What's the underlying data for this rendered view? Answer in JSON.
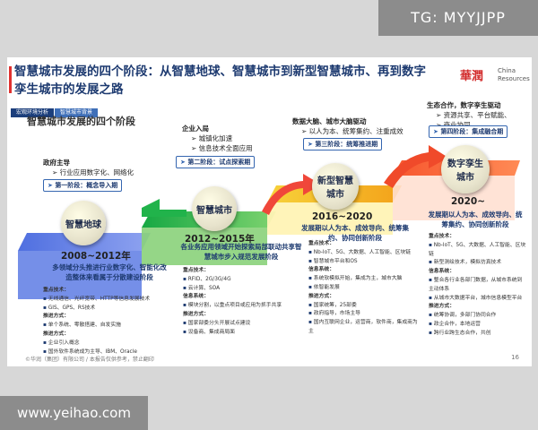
{
  "watermark_top": "TG: MYYJJPP",
  "watermark_bottom": "www.yeihao.com",
  "slide": {
    "title": "智慧城市发展的四个阶段：从智慧地球、智慧城市到新型智慧城市、再到数字孪生城市的发展之路",
    "logo_mark": "華潤",
    "logo_text_1": "China",
    "logo_text_2": "Resources",
    "crumbs": [
      "宏观环境分析",
      "智慧城市背景"
    ],
    "subtitle": "智慧城市发展的四个阶段",
    "footer": "©华润（集团）有限公司 / 本报告仅供参考，禁止翻印",
    "page_number": "16",
    "stages": [
      {
        "header": "政府主导",
        "items": [
          "行业应用数字化、网络化"
        ],
        "label": "第一阶段：概念导入期",
        "circle": "智慧地球",
        "year": "2008~2012年",
        "band": "多领域分头推进行业数字化、智能化改造整体来看属于分散建设阶段",
        "details": {
          "tech_h": "重点技术：",
          "tech": [
            "无线通信、光纤宽带、HTTP等信息发展技术",
            "GIS、GPS、RS技术"
          ],
          "content_h": "推进方式：",
          "content": [
            "单个系统、零散搭建、自发实施"
          ],
          "model_h": "推进方式：",
          "model": [
            "企业引入概念",
            "国外软件系统成为主导、IBM、Oracle"
          ]
        }
      },
      {
        "header": "企业入局",
        "items": [
          "城镇化加速",
          "信息技术全面应用"
        ],
        "label": "第二阶段：试点探索期",
        "circle": "智慧城市",
        "year": "2012~2015年",
        "band": "各业务应用领域开始探索局部联动共享智慧城市步入规范发展阶段",
        "details": {
          "tech_h": "重点技术：",
          "tech": [
            "RFID、2G/3G/4G",
            "云计算、SOA"
          ],
          "content_h": "信息系统：",
          "content": [
            "模块分割，以重点项目或应用为抓手共享"
          ],
          "model_h": "推进方式：",
          "model": [
            "国家部委分头开展试点建设",
            "设备商、集成商局面"
          ]
        }
      },
      {
        "header": "数据大脑、城市大脑驱动",
        "items": [
          "以人为本、统筹集约、注重成效"
        ],
        "label": "第三阶段：统筹推进期",
        "circle": "新型智慧城市",
        "year": "2016~2020",
        "band": "发展期以人为本、成效导向、统筹集约、协同创新阶段",
        "details": {
          "tech_h": "重点技术：",
          "tech": [
            "Nb-IoT、5G、大数据、人工智能、区块链",
            "智慧城市平台和OS"
          ],
          "content_h": "信息系统：",
          "content": [
            "系统软模拟开始，集成为主，城市大脑",
            "依智能发展"
          ],
          "model_h": "推进方式：",
          "model": [
            "国家统筹，25部委",
            "政府指导，市场主导",
            "国内互联网企业，运营商，软件商，集成商为主"
          ]
        }
      },
      {
        "header": "生态合作，数字孪生驱动",
        "items": [
          "资源共享、平台赋能、",
          "商业协同"
        ],
        "label": "第四阶段：集成融合期",
        "circle": "数字孪生城市",
        "year": "2020~",
        "band": "发展期以人为本、成效导向、统筹集约、协同创新阶段",
        "details": {
          "tech_h": "重点技术：",
          "tech": [
            "Nb-IoT、5G、大数据、人工智能、区块链",
            "新型测绘技术，模拟仿真技术"
          ],
          "content_h": "信息系统：",
          "content": [
            "整合各行业各部门数据，从城市系统到主动体系",
            "从城市大数据平台，城市信息模型平台"
          ],
          "model_h": "推进方式：",
          "model": [
            "统筹协调，多部门协同合作",
            "政企合作，本地运营",
            "跨行业跨生态合作，共创"
          ]
        }
      }
    ]
  },
  "colors": {
    "navy": "#1d3a70",
    "step1": "#6b86e8",
    "step2": "#2ebd54",
    "step3": "#f5c31d",
    "step4": "#f04a2a"
  }
}
